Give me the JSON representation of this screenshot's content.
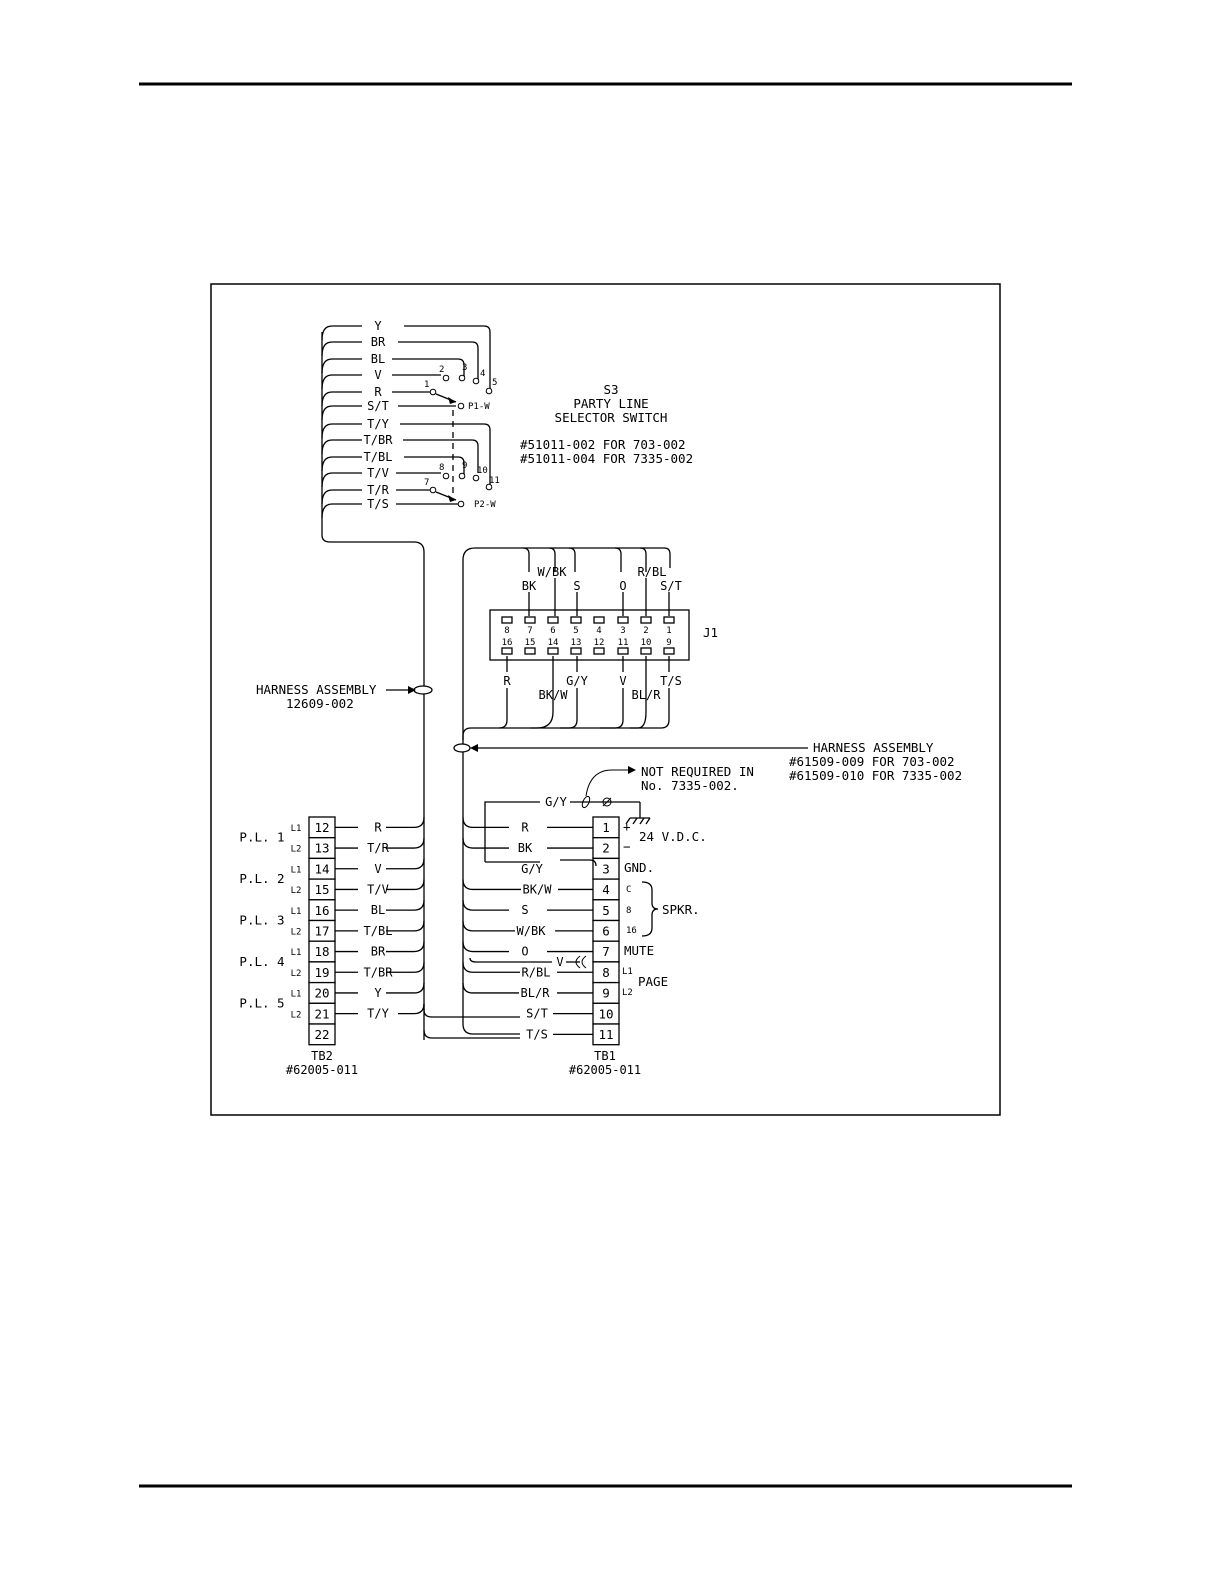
{
  "switch_s3": {
    "wires": [
      "Y",
      "BR",
      "BL",
      "V",
      "R",
      "S/T",
      "T/Y",
      "T/BR",
      "T/BL",
      "T/V",
      "T/R",
      "T/S"
    ],
    "contacts_p1": [
      "1",
      "2",
      "3",
      "4",
      "5"
    ],
    "contacts_p2": [
      "7",
      "8",
      "9",
      "10",
      "11"
    ],
    "p1": "P1-W",
    "p2": "P2-W",
    "title_lines": [
      "S3",
      "PARTY LINE",
      "SELECTOR SWITCH"
    ],
    "part_lines": [
      "#51011-002 FOR 703-002",
      "#51011-004 FOR 7335-002"
    ]
  },
  "j1": {
    "name": "J1",
    "top_pins": [
      "8",
      "7",
      "6",
      "5",
      "4",
      "3",
      "2",
      "1"
    ],
    "bottom_pins": [
      "16",
      "15",
      "14",
      "13",
      "12",
      "11",
      "10",
      "9"
    ],
    "top_wires": [
      "BK",
      "W/BK",
      "S",
      "O",
      "R/BL",
      "S/T"
    ],
    "bottom_wires": [
      "R",
      "BK/W",
      "G/Y",
      "V",
      "BL/R",
      "T/S"
    ]
  },
  "harness1": {
    "lines": [
      "HARNESS ASSEMBLY",
      "12609-002"
    ]
  },
  "harness2": {
    "lines": [
      "HARNESS ASSEMBLY",
      "#61509-009 FOR 703-002",
      "#61509-010 FOR 7335-002"
    ]
  },
  "note": {
    "lines": [
      "NOT REQUIRED IN",
      "No. 7335-002."
    ]
  },
  "tb2": {
    "name": "TB2",
    "part": "#62005-011",
    "terminals": [
      "12",
      "13",
      "14",
      "15",
      "16",
      "17",
      "18",
      "19",
      "20",
      "21",
      "22"
    ],
    "wires": [
      "R",
      "T/R",
      "V",
      "T/V",
      "BL",
      "T/BL",
      "BR",
      "T/BR",
      "Y",
      "T/Y",
      ""
    ],
    "line_marks": [
      "L1",
      "L2",
      "L1",
      "L2",
      "L1",
      "L2",
      "L1",
      "L2",
      "L1",
      "L2"
    ],
    "party_lines": [
      "P.L. 1",
      "P.L. 2",
      "P.L. 3",
      "P.L. 4",
      "P.L. 5"
    ]
  },
  "tb1": {
    "name": "TB1",
    "part": "#62005-011",
    "terminals": [
      "1",
      "2",
      "3",
      "4",
      "5",
      "6",
      "7",
      "8",
      "9",
      "10",
      "11"
    ],
    "wires": [
      "R",
      "BK",
      "G/Y",
      "BK/W",
      "S",
      "W/BK",
      "O",
      "R/BL",
      "BL/R",
      "S/T",
      "T/S"
    ],
    "gy_top": "G/Y",
    "v_wire": "V",
    "plus": "+",
    "minus": "−",
    "vdc": "24 V.D.C.",
    "gnd": "GND.",
    "spkr_taps": [
      "C",
      "8",
      "16"
    ],
    "spkr": "SPKR.",
    "mute": "MUTE",
    "page_marks": [
      "L1",
      "L2"
    ],
    "page": "PAGE"
  }
}
